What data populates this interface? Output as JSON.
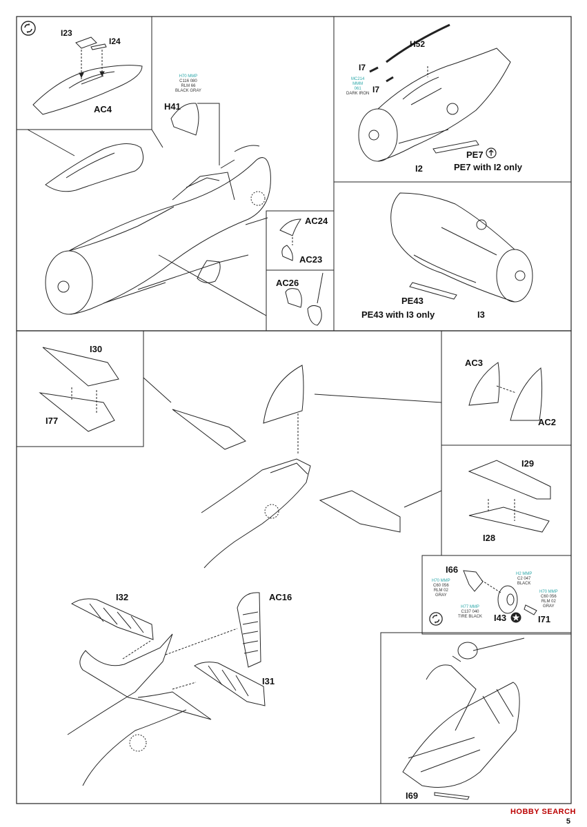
{
  "page_number": "5",
  "watermark": "HOBBY SEARCH",
  "labels": {
    "i23": "I23",
    "i24": "I24",
    "ac4": "AC4",
    "h41": "H41",
    "h52": "H52",
    "i7a": "I7",
    "i7b": "I7",
    "pe7": "PE7",
    "pe7_note": "PE7 with I2 only",
    "i2": "I2",
    "ac24": "AC24",
    "ac23": "AC23",
    "ac26": "AC26",
    "pe43": "PE43",
    "pe43_note": "PE43 with I3 only",
    "i3": "I3",
    "i30": "I30",
    "i77": "I77",
    "ac3": "AC3",
    "ac2": "AC2",
    "i29": "I29",
    "i28": "I28",
    "i66": "I66",
    "i43": "I43",
    "i71": "I71",
    "i32": "I32",
    "ac16": "AC16",
    "i31": "I31",
    "i69": "I69"
  },
  "color_callouts": {
    "h41": {
      "line1": "H70 MMP",
      "line2": "C116  080",
      "line3": "RLM 66",
      "line4": "BLACK GRAY"
    },
    "i7": {
      "line1": "MC214",
      "line2": "MMM",
      "line3": "061",
      "line4": "DARK IRON"
    },
    "i66": {
      "line1": "H70 MMP",
      "line2": "C60  056",
      "line3": "RLM 02",
      "line4": "GRAY"
    },
    "i43_tire": {
      "line1": "H77 MMP",
      "line2": "C137  040",
      "line3": "TIRE BLACK"
    },
    "i71_black": {
      "line1": "H2  MMP",
      "line2": "C2  047",
      "line3": "BLACK"
    },
    "i71_gray": {
      "line1": "H70 MMP",
      "line2": "C60  056",
      "line3": "RLM 02",
      "line4": "GRAY"
    }
  },
  "icons": [
    "step-rotate-icon",
    "photo-etch-icon",
    "star-marking-icon"
  ],
  "colors": {
    "line": "#222222",
    "callout_teal": "#2aa6a8",
    "background": "#ffffff"
  }
}
